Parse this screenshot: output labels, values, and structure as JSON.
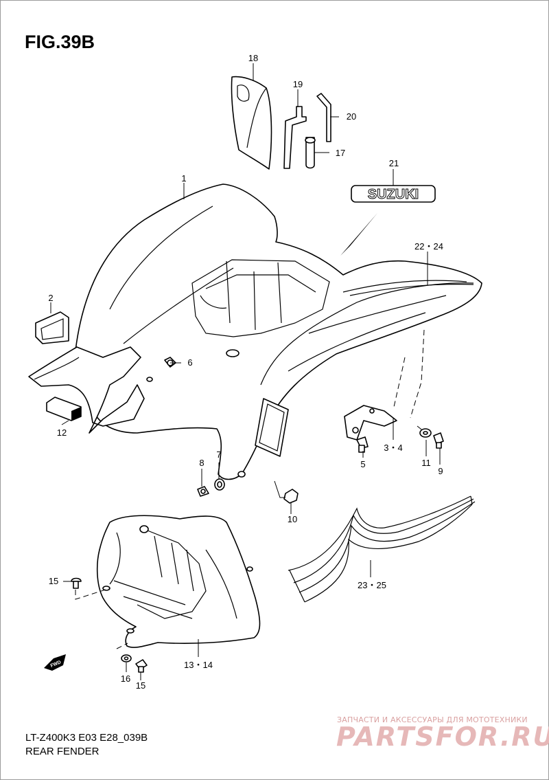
{
  "figure_title": "FIG.39B",
  "model_code": "LT-Z400K3 E03 E28_039B",
  "section_name": "REAR FENDER",
  "logo_text": "SUZUKI",
  "fwd_label": "FWD",
  "watermark": {
    "line1": "ЗАПЧАСТИ И АКСЕССУАРЫ ДЛЯ МОТОТЕХНИКИ",
    "line2": "PARTSFOR.RU"
  },
  "callouts": {
    "c1": "1",
    "c2": "2",
    "c6": "6",
    "c12": "12",
    "c18": "18",
    "c19": "19",
    "c20": "20",
    "c17": "17",
    "c21": "21",
    "c22_24": "22・24",
    "c3_4": "3・4",
    "c5": "5",
    "c11": "11",
    "c9": "9",
    "c8": "8",
    "c7": "7",
    "c10": "10",
    "c15a": "15",
    "c13_14": "13・14",
    "c16": "16",
    "c15b": "15",
    "c23_25": "23・25"
  },
  "colors": {
    "line": "#000000",
    "background": "#ffffff",
    "watermark": "#e6b8b8"
  }
}
